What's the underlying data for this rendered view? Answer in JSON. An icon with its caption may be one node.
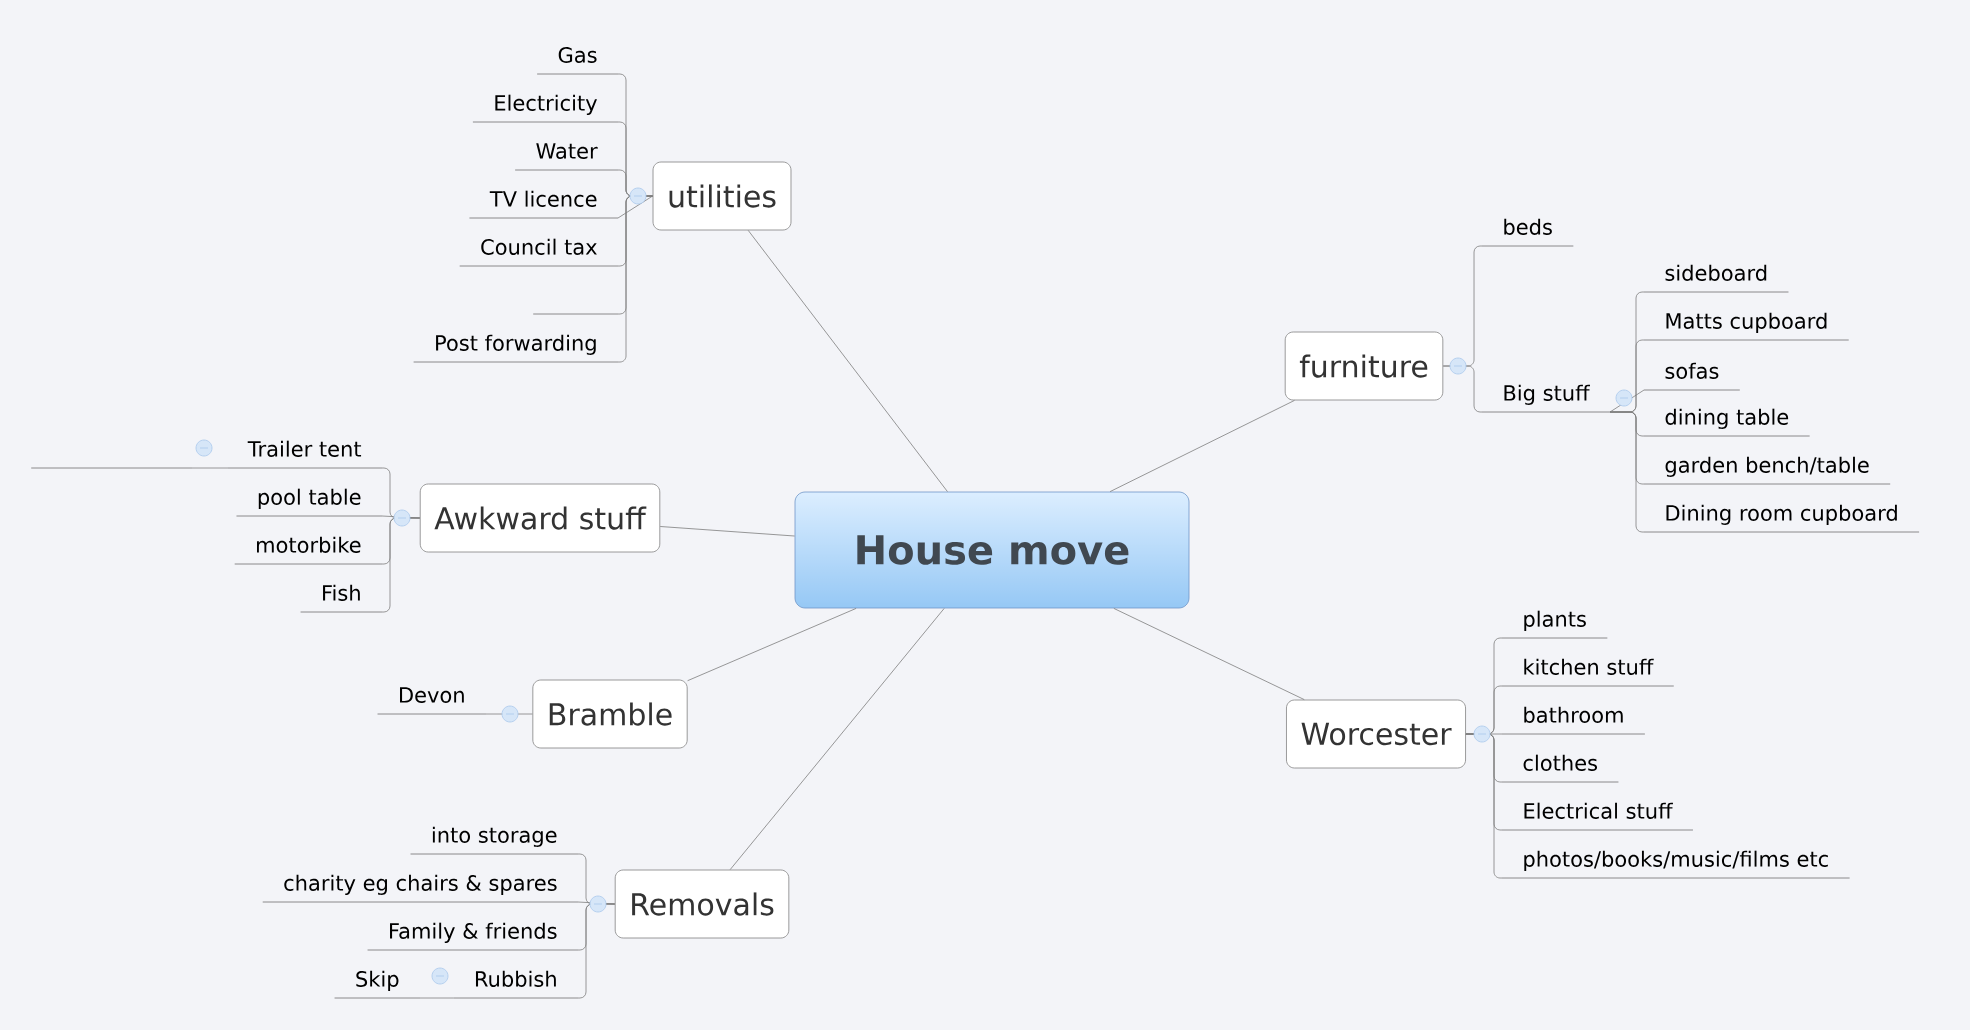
{
  "diagram": {
    "nodes": [
      {
        "text": [
          "House move"
        ]
      },
      {
        "text": [
          "utilities"
        ]
      },
      {
        "text": [
          "Gas"
        ]
      },
      {
        "text": [
          "Electricity"
        ]
      },
      {
        "text": [
          "Water"
        ]
      },
      {
        "text": [
          "TV licence"
        ]
      },
      {
        "text": [
          "Council tax"
        ]
      },
      {
        "text": [],
        "shape": "line"
      },
      {
        "text": [
          "Post forwarding"
        ]
      },
      {
        "text": [
          "Awkward stuff"
        ]
      },
      {
        "text": [
          "Trailer tent"
        ]
      },
      {
        "text": [],
        "shape": "line"
      },
      {
        "text": [
          "pool table"
        ]
      },
      {
        "text": [
          "motorbike"
        ]
      },
      {
        "text": [
          "Fish"
        ]
      },
      {
        "text": [
          "Bramble"
        ]
      },
      {
        "text": [
          "Devon"
        ]
      },
      {
        "text": [
          "Removals"
        ]
      },
      {
        "text": [
          "into storage"
        ]
      },
      {
        "text": [
          "charity eg chairs & spares"
        ]
      },
      {
        "text": [
          "Family & friends"
        ]
      },
      {
        "text": [
          "Rubbish"
        ]
      },
      {
        "text": [
          "Skip"
        ]
      },
      {
        "text": [
          "furniture"
        ]
      },
      {
        "text": [
          "beds"
        ]
      },
      {
        "text": [
          "Big stuff"
        ]
      },
      {
        "text": [
          "sideboard"
        ]
      },
      {
        "text": [
          "Matts cupboard"
        ]
      },
      {
        "text": [
          "sofas"
        ]
      },
      {
        "text": [
          "dining table"
        ]
      },
      {
        "text": [
          "garden bench/table"
        ]
      },
      {
        "text": [
          "Dining room cupboard"
        ]
      },
      {
        "text": [
          "Worcester"
        ]
      },
      {
        "text": [
          "plants"
        ]
      },
      {
        "text": [
          "kitchen stuff"
        ]
      },
      {
        "text": [
          "bathroom"
        ]
      },
      {
        "text": [
          "clothes"
        ]
      },
      {
        "text": [
          "Electrical stuff"
        ]
      },
      {
        "text": [
          "photos/books/music/films etc"
        ]
      }
    ],
    "edges": [
      {
        "from": 0,
        "to": 1,
        "arrow": "none"
      },
      {
        "from": 1,
        "to": 2,
        "arrow": "none"
      },
      {
        "from": 1,
        "to": 3,
        "arrow": "none"
      },
      {
        "from": 1,
        "to": 4,
        "arrow": "none"
      },
      {
        "from": 1,
        "to": 5,
        "arrow": "none"
      },
      {
        "from": 1,
        "to": 6,
        "arrow": "none"
      },
      {
        "from": 1,
        "to": 7,
        "arrow": "none"
      },
      {
        "from": 1,
        "to": 8,
        "arrow": "none"
      },
      {
        "from": 0,
        "to": 9,
        "arrow": "none"
      },
      {
        "from": 9,
        "to": 10,
        "arrow": "none"
      },
      {
        "from": 10,
        "to": 11,
        "arrow": "none"
      },
      {
        "from": 9,
        "to": 12,
        "arrow": "none"
      },
      {
        "from": 9,
        "to": 13,
        "arrow": "none"
      },
      {
        "from": 9,
        "to": 14,
        "arrow": "none"
      },
      {
        "from": 0,
        "to": 15,
        "arrow": "none"
      },
      {
        "from": 15,
        "to": 16,
        "arrow": "none"
      },
      {
        "from": 0,
        "to": 17,
        "arrow": "none"
      },
      {
        "from": 17,
        "to": 18,
        "arrow": "none"
      },
      {
        "from": 17,
        "to": 19,
        "arrow": "none"
      },
      {
        "from": 17,
        "to": 20,
        "arrow": "none"
      },
      {
        "from": 17,
        "to": 21,
        "arrow": "none"
      },
      {
        "from": 21,
        "to": 22,
        "arrow": "none"
      },
      {
        "from": 0,
        "to": 23,
        "arrow": "none"
      },
      {
        "from": 23,
        "to": 24,
        "arrow": "none"
      },
      {
        "from": 23,
        "to": 25,
        "arrow": "none"
      },
      {
        "from": 25,
        "to": 26,
        "arrow": "none"
      },
      {
        "from": 25,
        "to": 27,
        "arrow": "none"
      },
      {
        "from": 25,
        "to": 28,
        "arrow": "none"
      },
      {
        "from": 25,
        "to": 29,
        "arrow": "none"
      },
      {
        "from": 25,
        "to": 30,
        "arrow": "none"
      },
      {
        "from": 25,
        "to": 31,
        "arrow": "none"
      },
      {
        "from": 0,
        "to": 32,
        "arrow": "none"
      },
      {
        "from": 32,
        "to": 33,
        "arrow": "none"
      },
      {
        "from": 32,
        "to": 34,
        "arrow": "none"
      },
      {
        "from": 32,
        "to": 35,
        "arrow": "none"
      },
      {
        "from": 32,
        "to": 36,
        "arrow": "none"
      },
      {
        "from": 32,
        "to": 37,
        "arrow": "none"
      },
      {
        "from": 32,
        "to": 38,
        "arrow": "none"
      }
    ]
  }
}
